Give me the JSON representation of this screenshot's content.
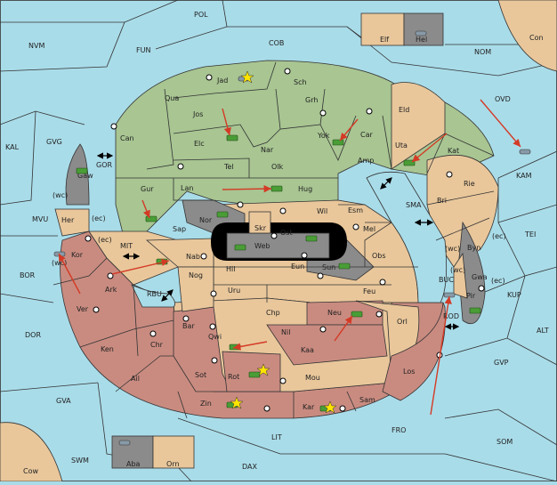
{
  "regions": {
    "sea": [
      "POL",
      "COB",
      "FUN",
      "NVM",
      "NOM",
      "KAL",
      "GVG",
      "GOR",
      "MVU",
      "BOR",
      "MIT",
      "RBU",
      "DOR",
      "GVA",
      "SWM",
      "LIT",
      "DAX",
      "FRO",
      "SOM",
      "GVP",
      "ALT",
      "KUP",
      "TEI",
      "SMA",
      "OVD",
      "KAM",
      "BUC",
      "ROD",
      "Con",
      "Cow"
    ],
    "green": [
      "Jad",
      "Sch",
      "Qua",
      "Jos",
      "Grh",
      "Can",
      "Yok",
      "Car",
      "Elc",
      "Nar",
      "Uta",
      "Tel",
      "Olk",
      "Gur",
      "Lan",
      "Hug",
      "Sap",
      "Gaw"
    ],
    "tan": [
      "Elf",
      "Eld",
      "Kat",
      "Amp",
      "Rie",
      "Bri",
      "Esm",
      "Wil",
      "Skr",
      "Ost",
      "Byn",
      "Mel",
      "Obs",
      "Nab",
      "Hil",
      "Nog",
      "Eun",
      "Uru",
      "Feu",
      "Chp",
      "Orl",
      "Bar",
      "Nil",
      "Mou",
      "Sam",
      "Orn"
    ],
    "rose": [
      "Her",
      "Kor",
      "Ark",
      "Ver",
      "Ken",
      "Chr",
      "Ail",
      "Qwi",
      "Sot",
      "Rot",
      "Kaa",
      "Neu",
      "Zin",
      "Kar",
      "Los"
    ],
    "grey": [
      "Hel",
      "Nor",
      "Web",
      "Sun",
      "Gwa",
      "Pir",
      "Aba"
    ],
    "notes": [
      "(wc)",
      "(ec)",
      "(wc)",
      "(ec)",
      "(wc)",
      "(ec)",
      "(wc)",
      "(ec)"
    ]
  },
  "units": [
    "tank",
    "tank",
    "tank",
    "tank",
    "tank",
    "tank",
    "tank",
    "tank",
    "tank",
    "tank",
    "tank",
    "tank",
    "tank",
    "tank",
    "tank",
    "tank",
    "tank",
    "tank",
    "tank",
    "fleet",
    "fleet",
    "fleet",
    "fleet"
  ],
  "colors": {
    "sea": "#a9dce9",
    "green": "#a8c592",
    "tan": "#e9c79b",
    "rose": "#c98b80",
    "grey": "#8b8b8b",
    "arrow": "#d43a25"
  }
}
